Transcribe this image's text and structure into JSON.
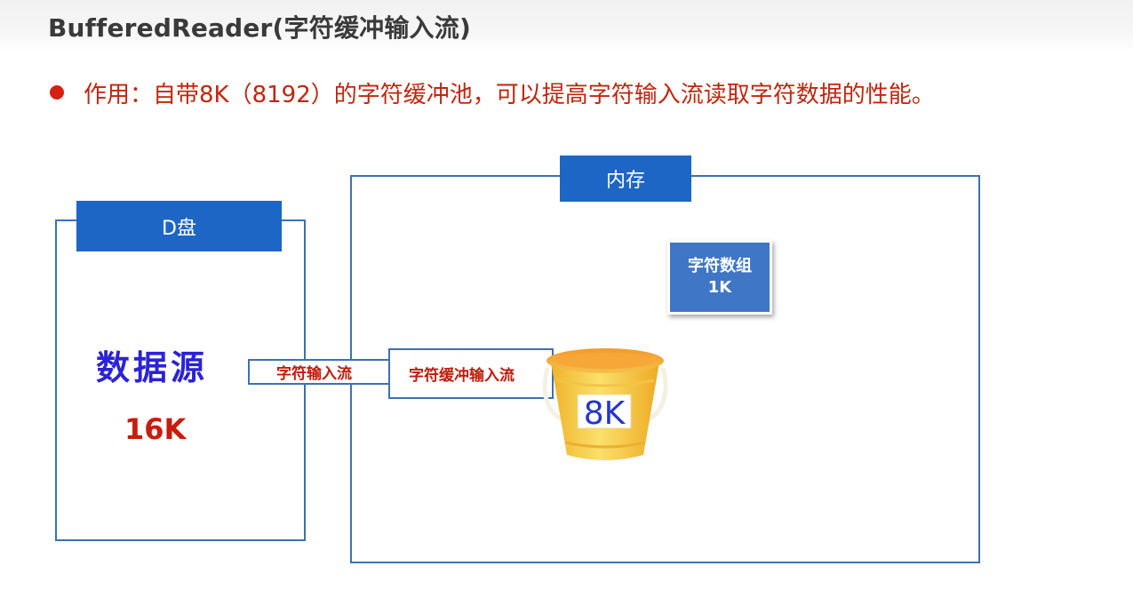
{
  "title": "BufferedReader(字符缓冲输入流)",
  "bullet": "作用：自带8K（8192）的字符缓冲池，可以提高字符输入流读取字符数据的性能。",
  "disk": {
    "label": "D盘",
    "source_text": "数据源",
    "size": "16K"
  },
  "memory": {
    "label": "内存"
  },
  "streams": {
    "char_input_stream": "字符输入流",
    "buffered_input_stream": "字符缓冲输入流"
  },
  "char_array": {
    "label": "字符数组",
    "size": "1K"
  },
  "bucket": {
    "label": "8K"
  },
  "colors": {
    "accent_blue": "#1e66c6",
    "border_blue": "#3c72b0",
    "text_red": "#c0260f",
    "bucket_yellow": "#f6c842"
  },
  "icons": [
    "bucket-icon"
  ]
}
